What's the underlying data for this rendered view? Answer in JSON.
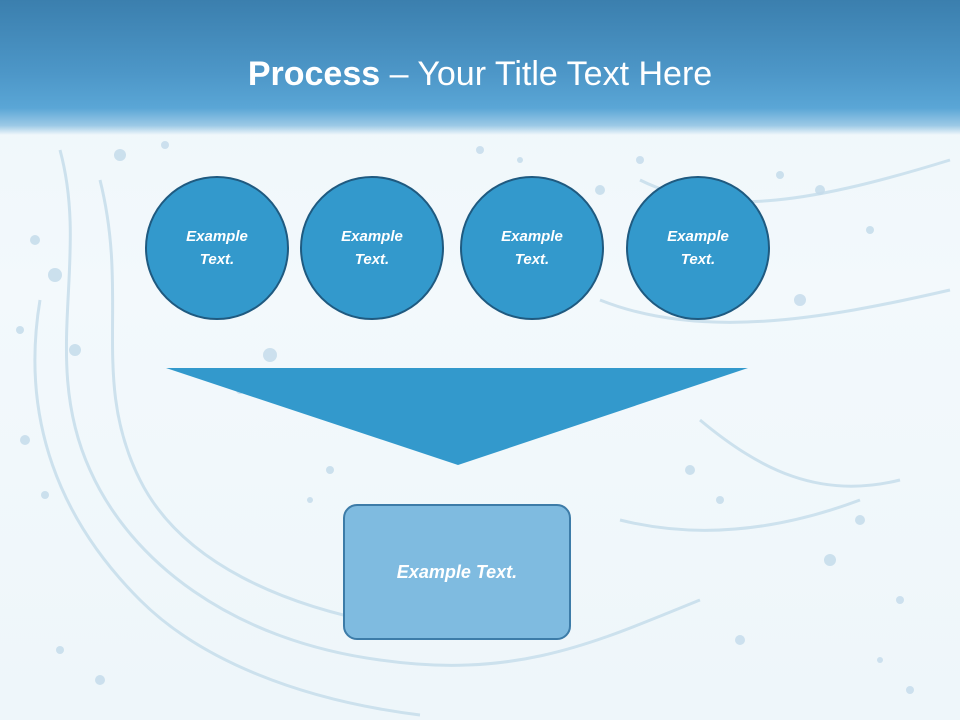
{
  "title": {
    "bold": "Process",
    "rest": " – Your Title Text Here"
  },
  "circles": [
    {
      "label": "Example Text."
    },
    {
      "label": "Example Text."
    },
    {
      "label": "Example Text."
    },
    {
      "label": "Example Text."
    }
  ],
  "result": {
    "label": "Example Text."
  },
  "colors": {
    "header": "#4d97c8",
    "circle_fill": "#3399cc",
    "circle_border": "#1f5a80",
    "funnel": "#3399cc",
    "box_fill": "#7fbbe0",
    "box_border": "#3d7ca8",
    "text": "#ffffff"
  }
}
